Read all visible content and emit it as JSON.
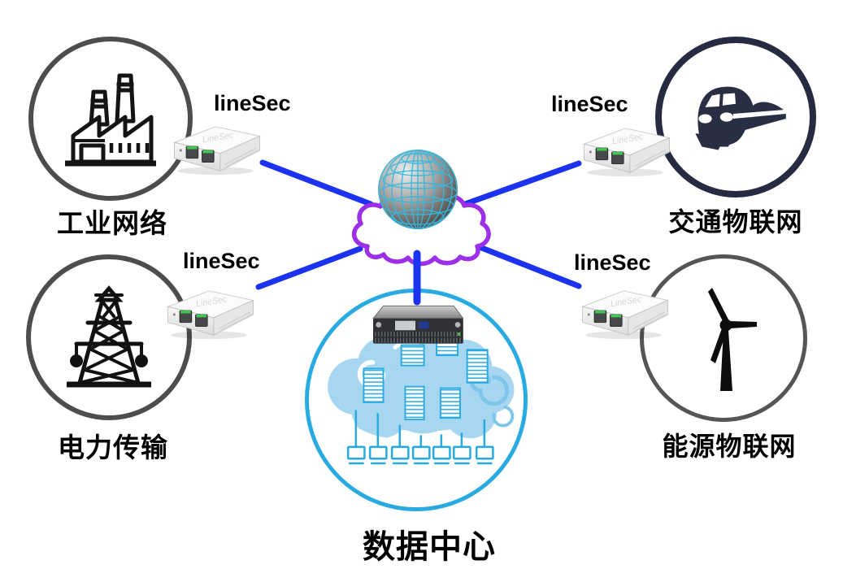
{
  "diagram": {
    "device_label": "lineSec",
    "device_logo": "LineSec",
    "hub": {
      "icon": "globe-cloud-icon"
    },
    "nodes": {
      "industrial": {
        "label": "工业网络",
        "icon": "factory-icon"
      },
      "transport": {
        "label": "交通物联网",
        "icon": "train-icon"
      },
      "power": {
        "label": "电力传输",
        "icon": "transmission-tower-icon"
      },
      "energy": {
        "label": "能源物联网",
        "icon": "wind-turbine-icon"
      },
      "datacenter": {
        "label": "数据中心",
        "icon": "cloud-servers-icon"
      }
    },
    "colors": {
      "link_blue": "#1b33f0",
      "cloud_purple": "#9b30e8",
      "node_circle_gray": "#4d4d4d",
      "transport_circle_navy": "#272b42",
      "datacenter_blue": "#29abe2",
      "datacenter_cloud_fill": "#a6d6f0",
      "icon_black": "#111111",
      "globe_grid_cyan": "#35b9dd"
    }
  }
}
